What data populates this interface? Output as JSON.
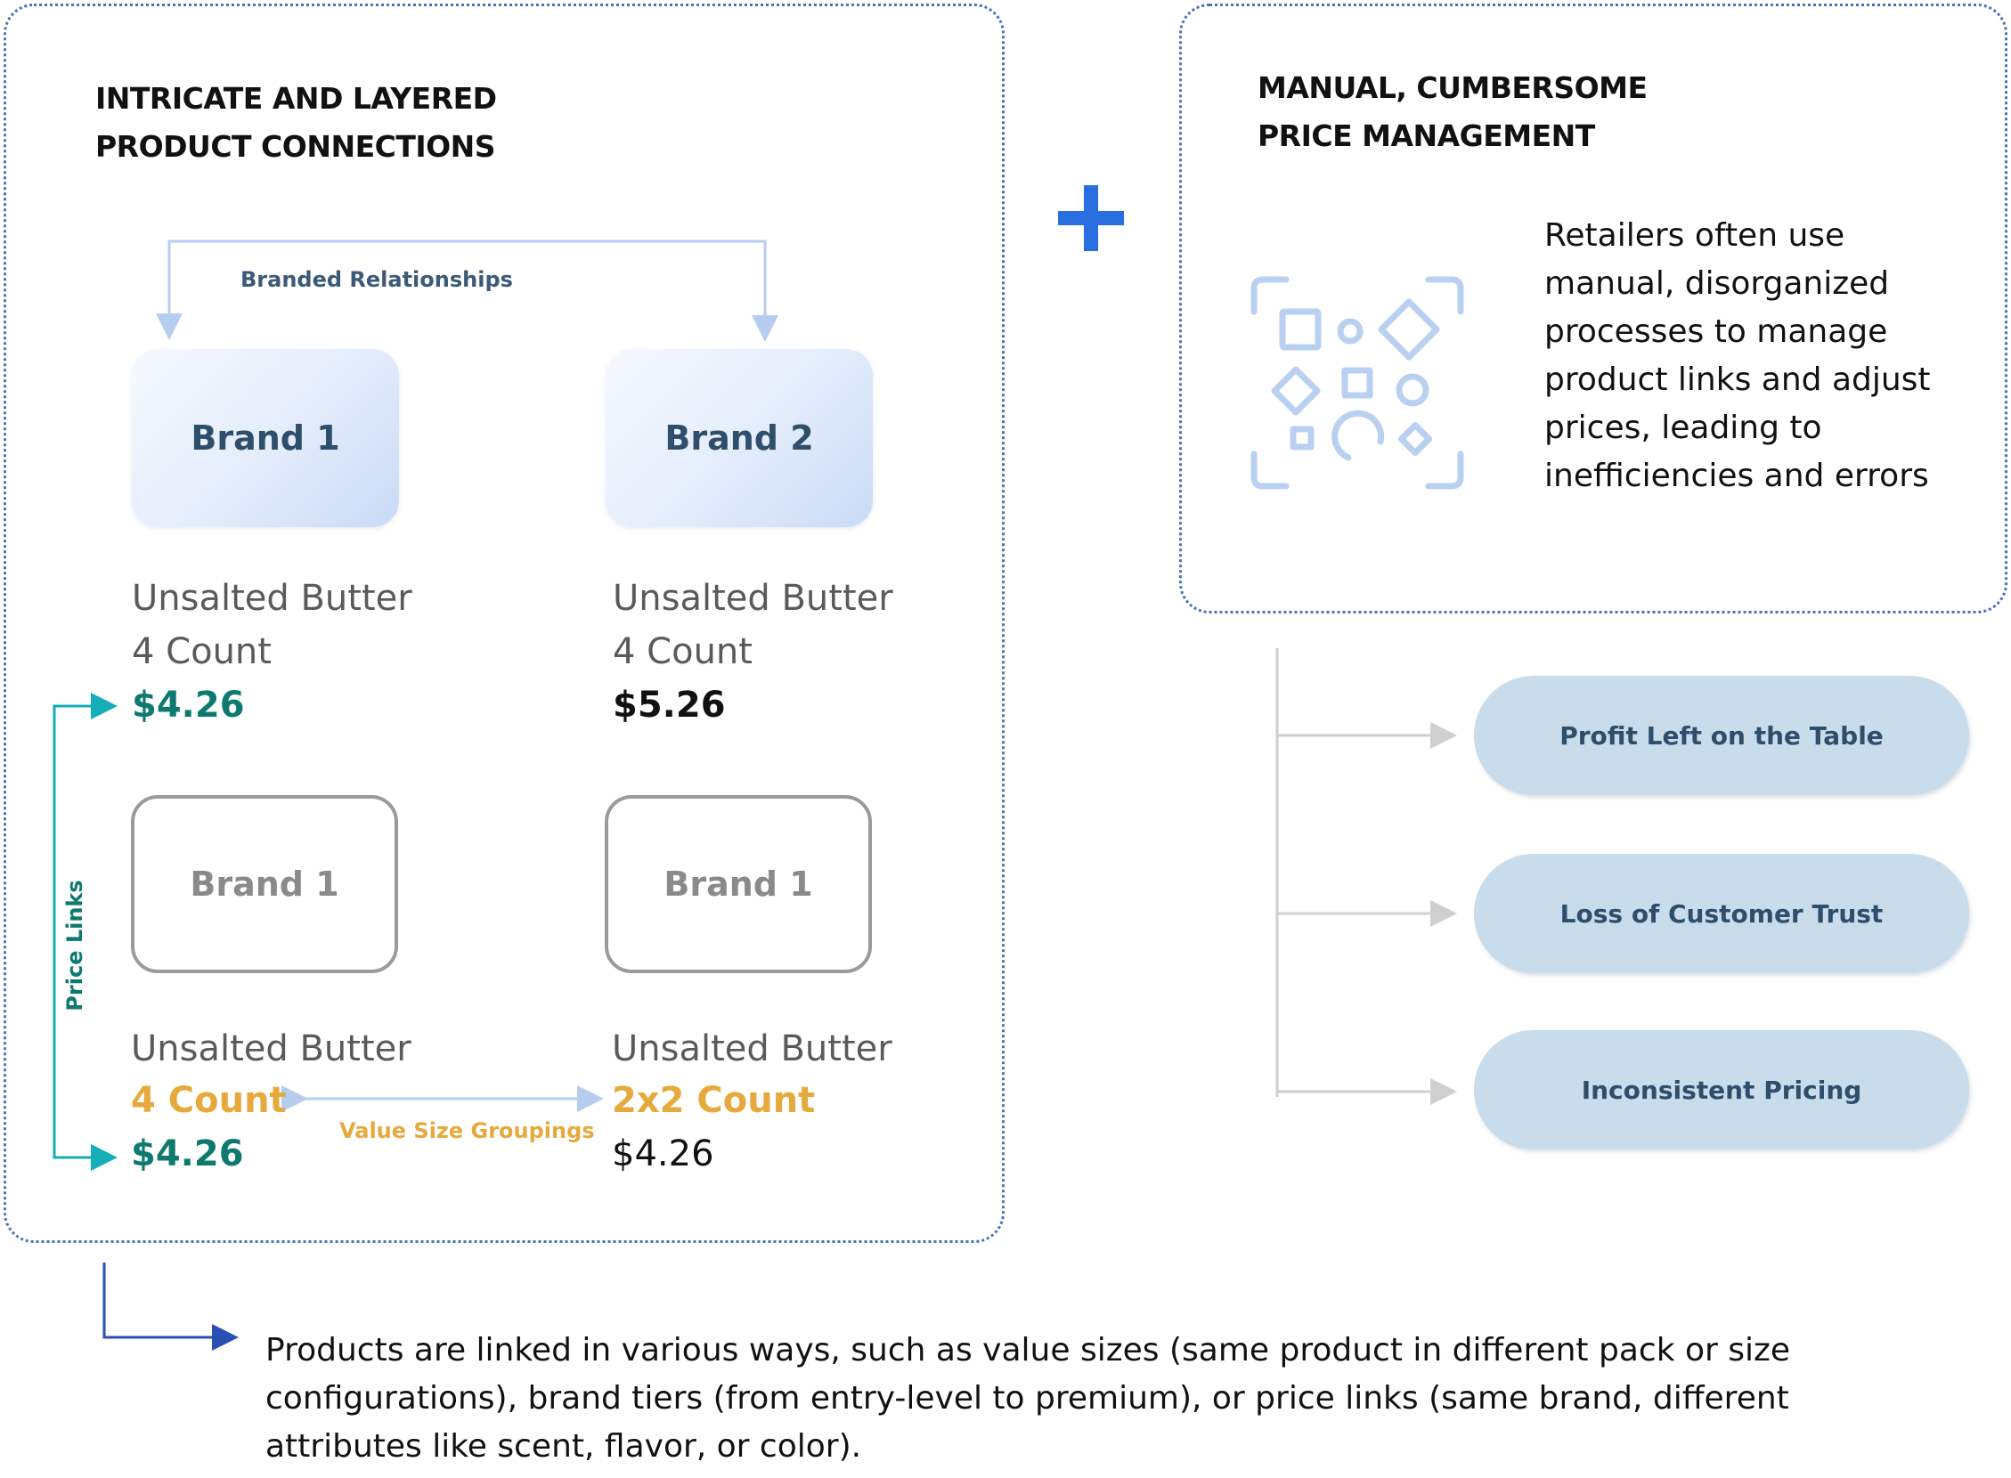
{
  "left_panel": {
    "heading_lines": [
      "INTRICATE AND LAYERED",
      "PRODUCT CONNECTIONS"
    ],
    "branded_relationships_label": "Branded Relationships",
    "price_links_label": "Price Links",
    "value_size_groupings_label": "Value Size Groupings",
    "products": [
      {
        "brand": "Brand 1",
        "name": "Unsalted Butter",
        "count": "4 Count",
        "price": "$4.26"
      },
      {
        "brand": "Brand 2",
        "name": "Unsalted Butter",
        "count": "4 Count",
        "price": "$5.26"
      },
      {
        "brand": "Brand 1",
        "name": "Unsalted Butter",
        "count": "4 Count",
        "price": "$4.26"
      },
      {
        "brand": "Brand 1",
        "name": "Unsalted Butter",
        "count": "2x2 Count",
        "price": "$4.26"
      }
    ]
  },
  "plus_symbol": "+",
  "right_panel": {
    "heading_lines": [
      "MANUAL, CUMBERSOME",
      "PRICE MANAGEMENT"
    ],
    "icon": "scan-shapes-icon",
    "description_lines": [
      "Retailers often use",
      "manual, disorganized",
      "processes to manage",
      "product links and adjust",
      "prices, leading to",
      "inefficiencies and errors"
    ]
  },
  "outcomes": [
    "Profit Left on the Table",
    "Loss of Customer Trust",
    "Inconsistent Pricing"
  ],
  "footer_lines": [
    "Products are linked in various ways, such as value sizes (same product in different pack or size",
    "configurations), brand tiers (from entry-level to premium), or price links (same brand, different",
    "attributes like scent, flavor, or color)."
  ],
  "colors": {
    "panel_border": "#4a72b8",
    "teal": "#0e7a6f",
    "gold": "#e6a93c",
    "plus": "#2a6fe0",
    "pill": "#c9dceb",
    "pill_text": "#2f4e6b",
    "footer_arrow": "#2a4fb3"
  }
}
